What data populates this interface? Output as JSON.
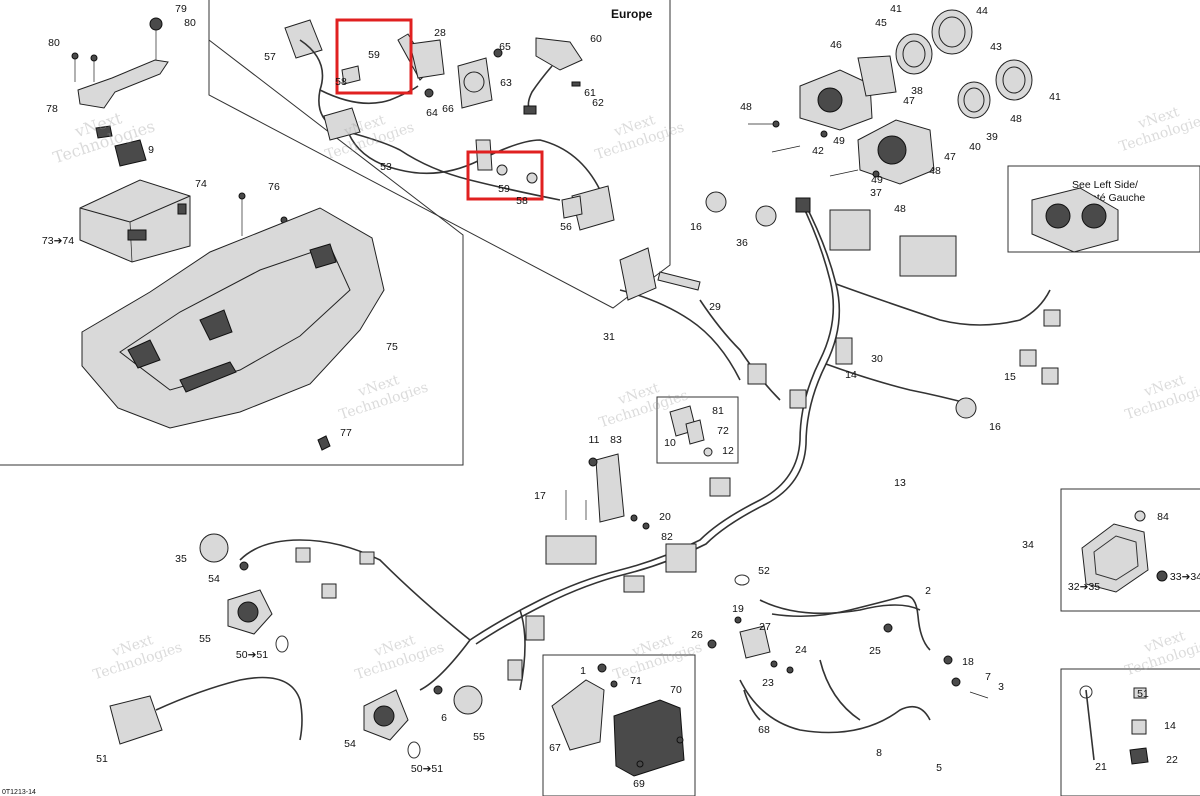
{
  "diagram": {
    "region_label": "Europe",
    "side_note": [
      "See Left Side/",
      "Voir coté Gauche"
    ],
    "watermark": [
      "vNext",
      "Technologies"
    ],
    "footer_code": "0T1213-14",
    "highlight_color": "#e02020",
    "callouts": [
      "79",
      "80",
      "80",
      "78",
      "9",
      "74",
      "73➔74",
      "76",
      "75",
      "77",
      "57",
      "59",
      "28",
      "58",
      "65",
      "60",
      "61",
      "62",
      "63",
      "64",
      "66",
      "53",
      "59",
      "58",
      "56",
      "41",
      "44",
      "45",
      "46",
      "43",
      "41",
      "38",
      "47",
      "48",
      "39",
      "47",
      "40",
      "48",
      "42",
      "49",
      "48",
      "37",
      "49",
      "48",
      "16",
      "36",
      "31",
      "29",
      "30",
      "14",
      "15",
      "16",
      "81",
      "10",
      "72",
      "12",
      "11",
      "83",
      "17",
      "13",
      "20",
      "82",
      "84",
      "34",
      "32➔35",
      "33➔34",
      "35",
      "54",
      "55",
      "50➔51",
      "51",
      "52",
      "19",
      "26",
      "27",
      "23",
      "24",
      "25",
      "18",
      "7",
      "3",
      "2",
      "1",
      "71",
      "70",
      "67",
      "69",
      "68",
      "8",
      "5",
      "6",
      "55",
      "54",
      "50➔51",
      "51",
      "14",
      "21",
      "22",
      "84"
    ]
  }
}
